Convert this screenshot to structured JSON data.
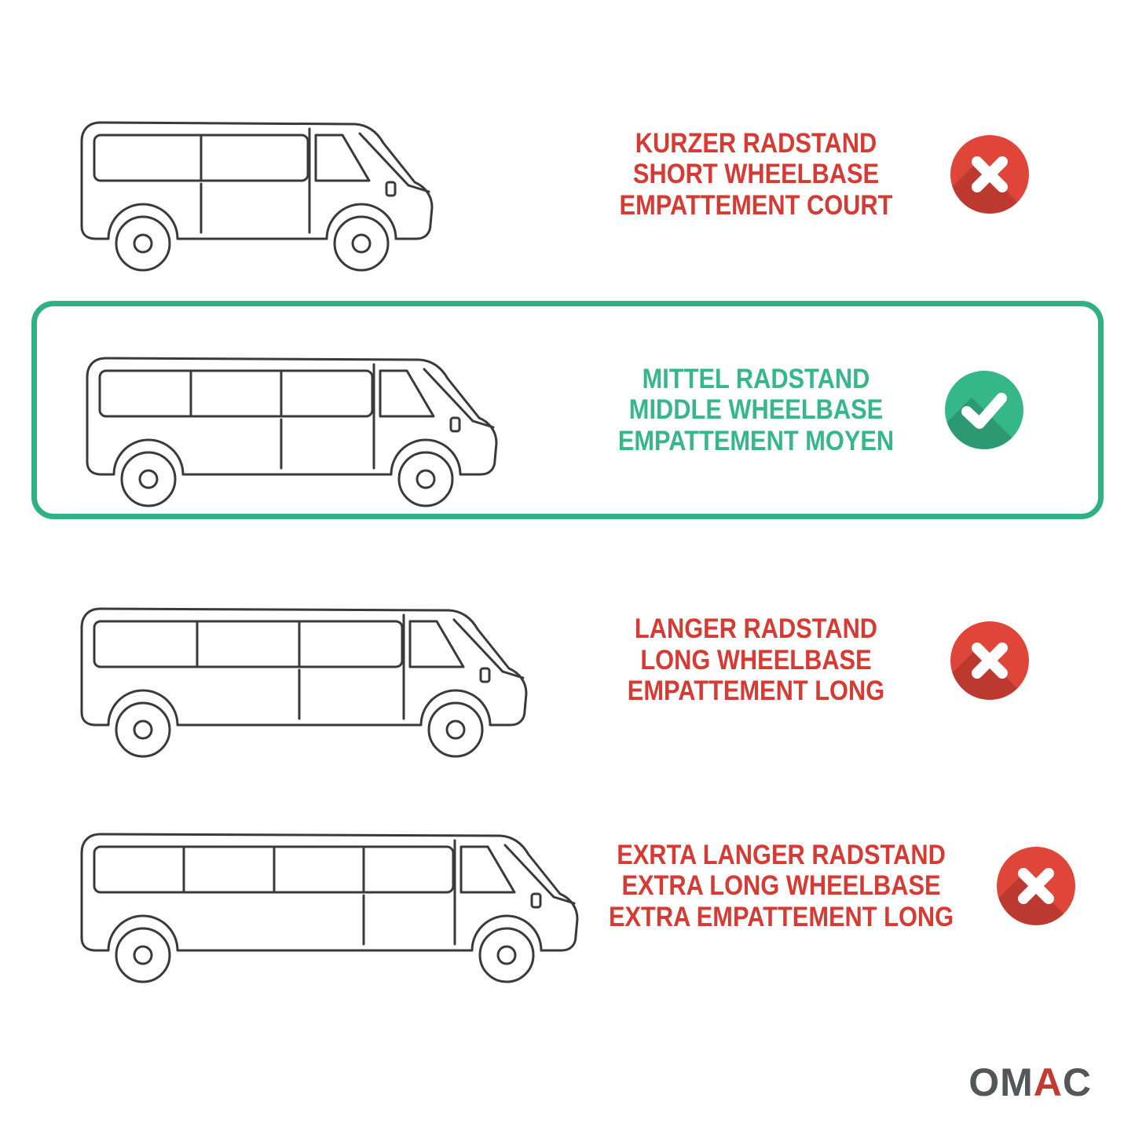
{
  "colors": {
    "red": "#d63a32",
    "red_badge": "#e0453a",
    "green": "#35b78a",
    "highlight_border": "#2fb184",
    "line_art": "#3a3a3a",
    "logo_gray": "#55565a",
    "logo_red": "#c13b31"
  },
  "rows": [
    {
      "id": "short",
      "lines": [
        "KURZER RADSTAND",
        "SHORT WHEELBASE",
        "EMPATTEMENT COURT"
      ],
      "status": "cross",
      "highlighted": false
    },
    {
      "id": "middle",
      "lines": [
        "MITTEL RADSTAND",
        "MIDDLE WHEELBASE",
        "EMPATTEMENT MOYEN"
      ],
      "status": "check",
      "highlighted": true
    },
    {
      "id": "long",
      "lines": [
        "LANGER RADSTAND",
        "LONG WHEELBASE",
        "EMPATTEMENT LONG"
      ],
      "status": "cross",
      "highlighted": false
    },
    {
      "id": "extra-long",
      "lines": [
        "EXRTA LANGER RADSTAND",
        "EXTRA LONG WHEELBASE",
        "EXTRA EMPATTEMENT LONG"
      ],
      "status": "cross",
      "highlighted": false
    }
  ],
  "icons": {
    "cross": "cross-icon",
    "check": "check-icon"
  },
  "vans": [
    {
      "name": "van-short-wheelbase-illustration",
      "length": 470,
      "windows": 2
    },
    {
      "name": "van-middle-wheelbase-illustration",
      "length": 545,
      "windows": 3
    },
    {
      "name": "van-long-wheelbase-illustration",
      "length": 590,
      "windows": 3
    },
    {
      "name": "van-extra-long-wheelbase-illustration",
      "length": 655,
      "windows": 4
    }
  ],
  "logo": {
    "prefix": "OM",
    "accent": "A",
    "suffix": "C"
  }
}
